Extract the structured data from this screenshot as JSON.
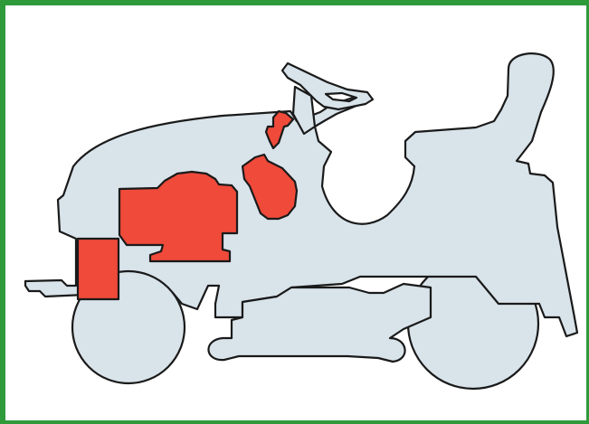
{
  "colors": {
    "frame": "#2e9a3a",
    "body": "#d8e3ea",
    "highlight": "#ef4a3a",
    "outline": "#1a1a1a",
    "background": "#ffffff"
  },
  "highlighted_components": [
    "battery",
    "engine",
    "fuel-tank",
    "fuel-cap"
  ]
}
